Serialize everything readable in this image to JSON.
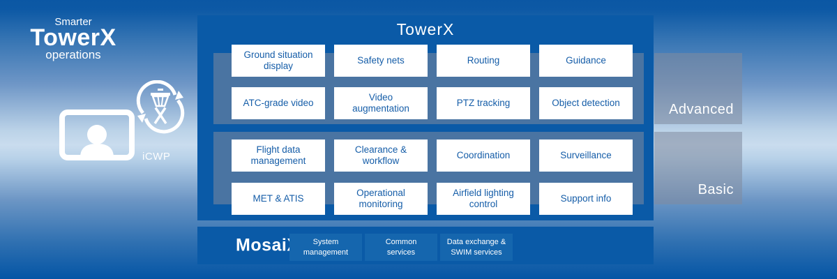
{
  "logo": {
    "smarter": "Smarter",
    "towerx": "TowerX",
    "operations": "operations"
  },
  "icwp": {
    "label": "iCWP"
  },
  "towerx_panel": {
    "title": "TowerX",
    "groups": [
      {
        "label": "Advanced",
        "rows": [
          [
            "Ground situation\ndisplay",
            "Safety nets",
            "Routing",
            "Guidance"
          ],
          [
            "ATC-grade video",
            "Video\naugmentation",
            "PTZ tracking",
            "Object detection"
          ]
        ]
      },
      {
        "label": "Basic",
        "rows": [
          [
            "Flight data\nmanagement",
            "Clearance &\nworkflow",
            "Coordination",
            "Surveillance"
          ],
          [
            "MET & ATIS",
            "Operational\nmonitoring",
            "Airfield lighting\ncontrol",
            "Support info"
          ]
        ]
      }
    ]
  },
  "mosaix_bar": {
    "title": "MosaiX",
    "tiles": [
      "System\nmanagement",
      "Common\nservices",
      "Data exchange &\nSWIM services"
    ]
  },
  "colors": {
    "panel_blue": "#0A5AA7",
    "tile_bg": "#FFFFFF",
    "tile_text_blue": "#155DA8",
    "mosaix_tile_bg": "#1566AE",
    "overlay": "rgba(128,138,158,0.55)",
    "background_top": "#0B57A4",
    "background_light": "#C9DCEE",
    "background_bottom": "#0455A5",
    "white": "#FFFFFF"
  }
}
